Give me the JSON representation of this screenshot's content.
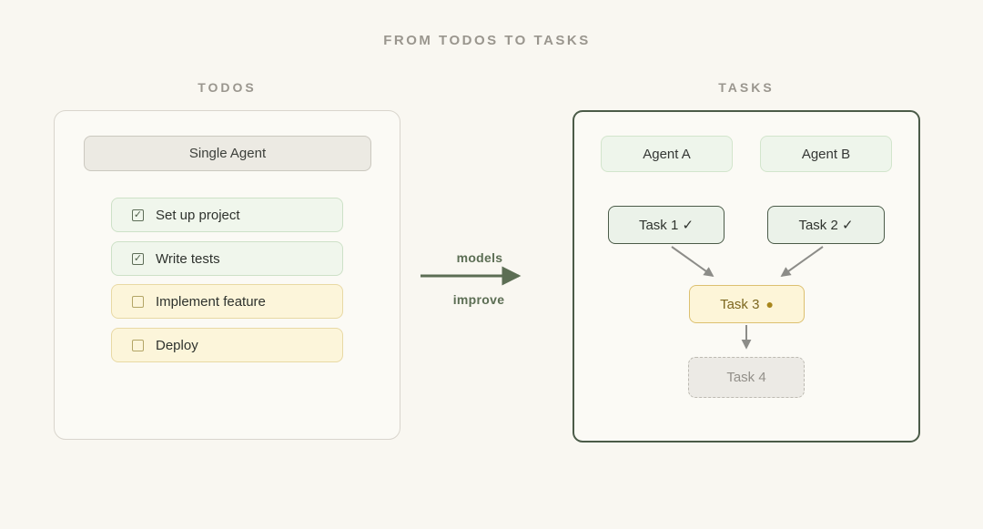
{
  "title": "FROM TODOS TO TASKS",
  "todos_panel": {
    "header": "TODOS",
    "agent_box_label": "Single Agent",
    "items": [
      {
        "label": "Set up project",
        "checked": true
      },
      {
        "label": "Write tests",
        "checked": true
      },
      {
        "label": "Implement feature",
        "checked": false
      },
      {
        "label": "Deploy",
        "checked": false
      }
    ]
  },
  "transition": {
    "label_top": "models",
    "label_bottom": "improve"
  },
  "tasks_panel": {
    "header": "TASKS",
    "agents": [
      {
        "label": "Agent A"
      },
      {
        "label": "Agent B"
      }
    ],
    "tasks": [
      {
        "label": "Task 1 ✓",
        "state": "done"
      },
      {
        "label": "Task 2 ✓",
        "state": "done"
      },
      {
        "label": "Task 3",
        "status_dot": "●",
        "state": "active"
      },
      {
        "label": "Task 4",
        "state": "pending"
      }
    ]
  },
  "colors": {
    "page_background": "#f9f7f1",
    "header_gray": "#9a968e",
    "todos_panel_border": "#d9d5cd",
    "tasks_panel_border": "#4b5b48",
    "checked_item_bg": "#f0f6ec",
    "checked_item_border": "#cde1c7",
    "unchecked_item_bg": "#fcf5da",
    "unchecked_item_border": "#e8d9a4",
    "single_agent_bg": "#eceae3",
    "transition_green": "#5c6e54",
    "task_active_bg": "#fdf5d8",
    "task_active_border": "#dcc070",
    "task_active_text": "#7c671f",
    "task_pending_bg": "#eceae5",
    "connector_gray": "#8c8c88"
  }
}
